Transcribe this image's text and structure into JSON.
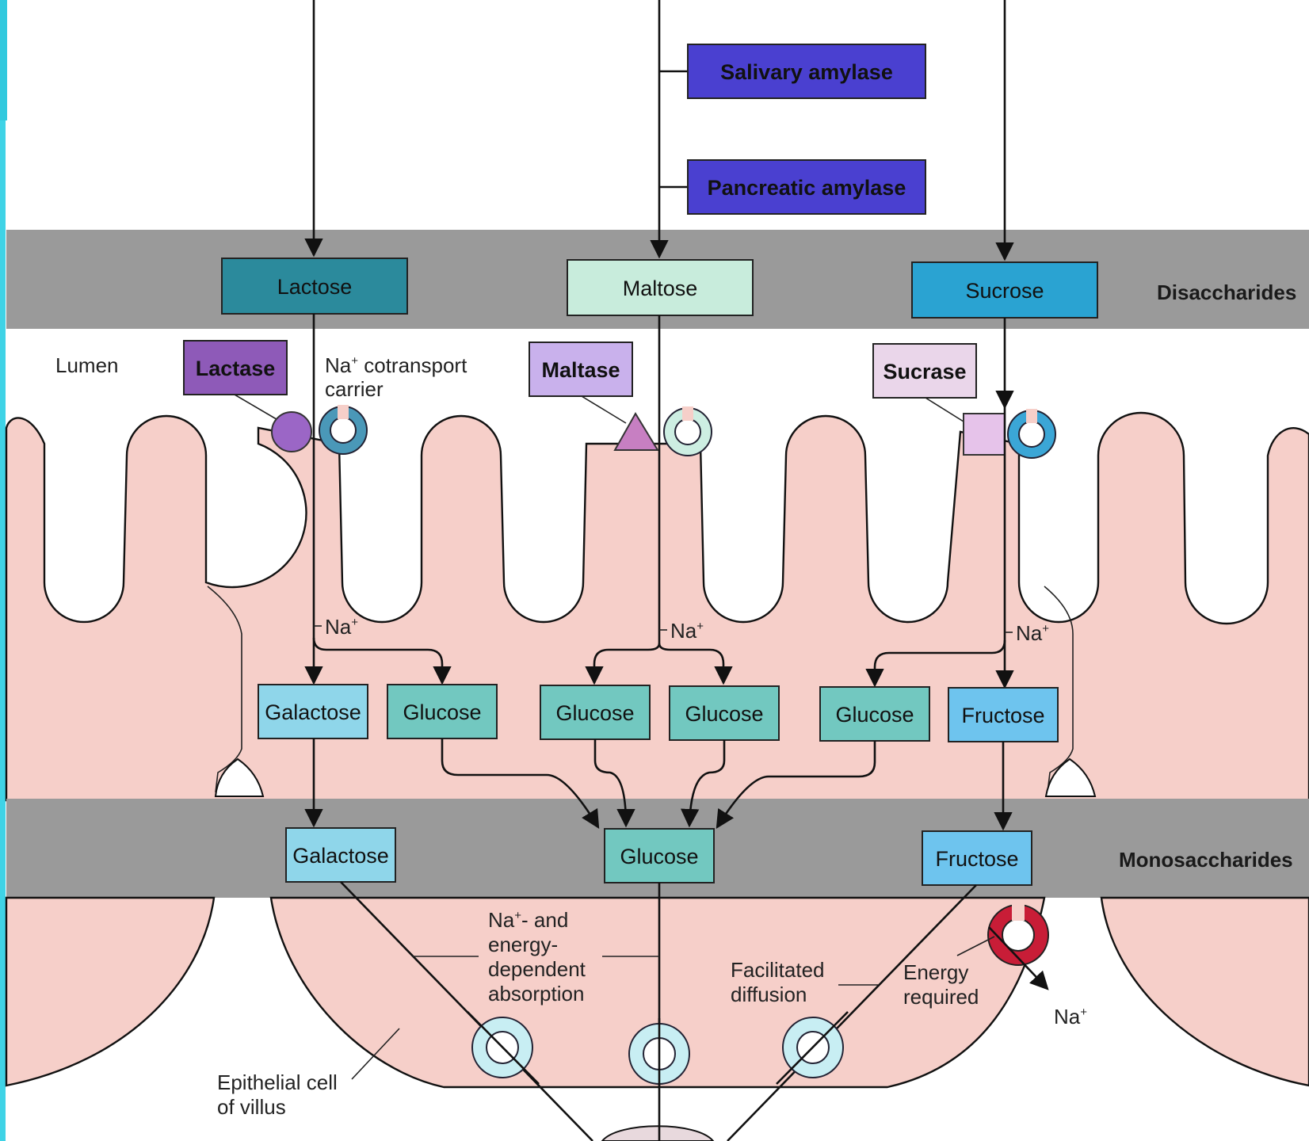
{
  "bands": {
    "disaccharides": "Disaccharides",
    "monosaccharides": "Monosaccharides"
  },
  "enzymes": {
    "salivary_amylase": "Salivary amylase",
    "pancreatic_amylase": "Pancreatic amylase",
    "lactase": "Lactase",
    "maltase": "Maltase",
    "sucrase": "Sucrase"
  },
  "disaccharides": {
    "lactose": "Lactose",
    "maltose": "Maltose",
    "sucrose": "Sucrose"
  },
  "lumen_monosaccharides": {
    "galactose": "Galactose",
    "glucose_1": "Glucose",
    "glucose_2": "Glucose",
    "glucose_3": "Glucose",
    "glucose_4": "Glucose",
    "fructose": "Fructose"
  },
  "band_monosaccharides": {
    "galactose": "Galactose",
    "glucose": "Glucose",
    "fructose": "Fructose"
  },
  "labels": {
    "lumen": "Lumen",
    "na_cotransport_line1": "cotransport",
    "na_cotransport_line2": "carrier",
    "na": "Na",
    "plus": "+",
    "na_energy_line1": "- and",
    "na_energy_line2": "energy-",
    "na_energy_line3": "dependent",
    "na_energy_line4": "absorption",
    "facilitated_line1": "Facilitated",
    "facilitated_line2": "diffusion",
    "energy_line1": "Energy",
    "energy_line2": "required",
    "epithelial_line1": "Epithelial cell",
    "epithelial_line2": "of villus"
  },
  "colors": {
    "background": "#ffffff",
    "band_gray": "#9a9a9a",
    "cell_pink": "#f6cfc9",
    "amylase_blue": "#4a40d0",
    "lactose_teal": "#2b8a9c",
    "maltose_mint": "#c8ecdc",
    "sucrose_blue": "#2aa3d2",
    "lactase_purple": "#8e5ab8",
    "maltase_lavender": "#c9b1ec",
    "sucrase_pink": "#ead6ea",
    "mono_lightblue": "#8fd6ea",
    "mono_teal": "#72c8c0",
    "fructose_blue": "#6ec4ee",
    "carrier_red": "#c81d37",
    "left_edge_cyan": "#3fd3e6"
  }
}
